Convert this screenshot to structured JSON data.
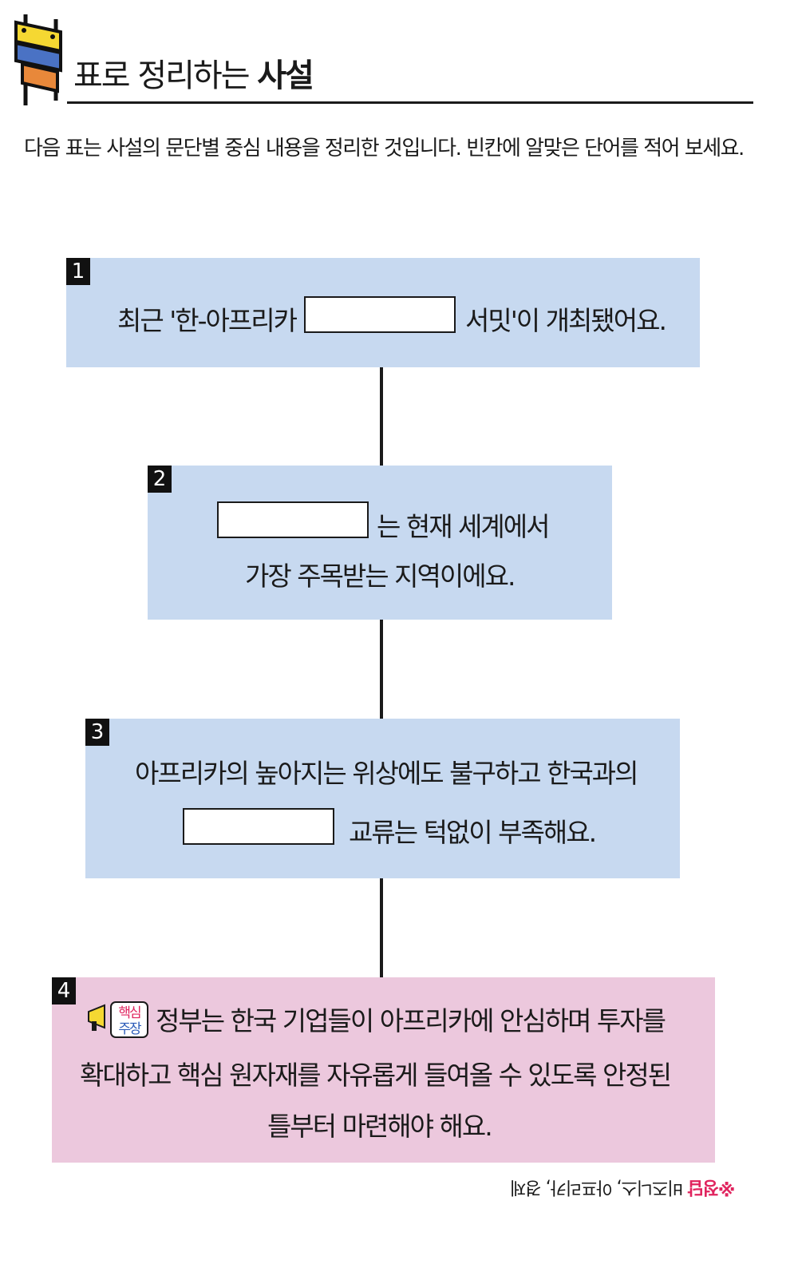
{
  "header": {
    "title_regular": "표로 정리하는 ",
    "title_bold": "사설"
  },
  "instruction": "다음 표는 사설의 문단별 중심 내용을 정리한 것입니다. 빈칸에 알맞은 단어를 적어 보세요.",
  "steps": [
    {
      "number": "1",
      "text_before": "최근 '한-아프리카",
      "text_after": "서밋'이 개최됐어요."
    },
    {
      "number": "2",
      "text_line1_after": "는 현재 세계에서",
      "text_line2": "가장 주목받는 지역이에요."
    },
    {
      "number": "3",
      "text_line1": "아프리카의 높아지는 위상에도 불구하고 한국과의",
      "text_line2_after": "교류는 턱없이 부족해요."
    },
    {
      "number": "4",
      "badge_line1": "핵심",
      "badge_line2": "주장",
      "text_line1": "정부는 한국 기업들이 아프리카에 안심하며 투자를",
      "text_line2": "확대하고 핵심 원자재를 자유롭게 들여올 수 있도록 안정된",
      "text_line3": "틀부터 마련해야 해요."
    }
  ],
  "answer": {
    "prefix": "※정답",
    "text": " 비즈니스, 아프리카, 경제"
  },
  "colors": {
    "step_box": "#c7d9f0",
    "claim_box": "#ecc8dd",
    "answer_accent": "#e0245e",
    "logo_yellow": "#f5d832",
    "logo_blue": "#4a72c4",
    "logo_orange": "#e8883a"
  }
}
